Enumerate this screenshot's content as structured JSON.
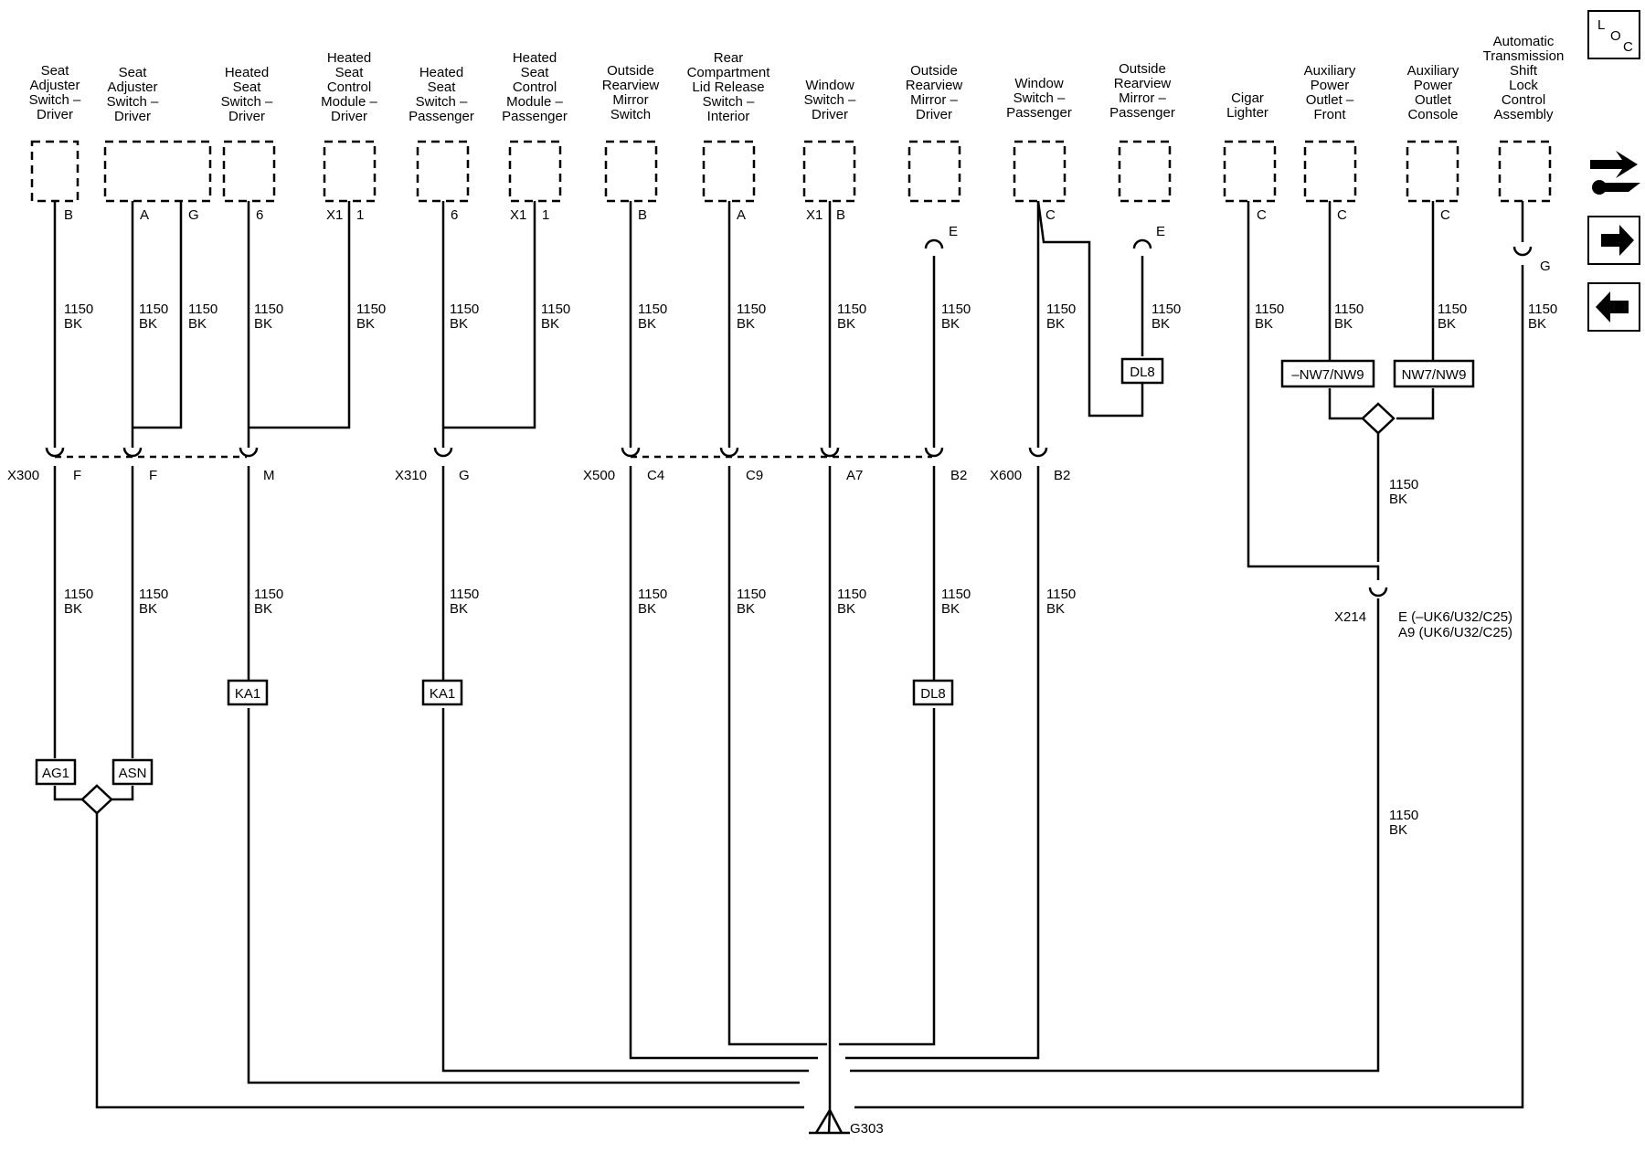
{
  "components": [
    {
      "id": "c1",
      "title": [
        "Seat",
        "Adjuster",
        "Switch –",
        "Driver"
      ],
      "pins": [
        "B"
      ]
    },
    {
      "id": "c2",
      "title": [
        "Seat",
        "Adjuster",
        "Switch –",
        "Driver"
      ],
      "pins": [
        "A",
        "G"
      ]
    },
    {
      "id": "c3",
      "title": [
        "Heated",
        "Seat",
        "Switch –",
        "Driver"
      ],
      "pins": [
        "6"
      ]
    },
    {
      "id": "c4",
      "title": [
        "Heated",
        "Seat",
        "Control",
        "Module –",
        "Driver"
      ],
      "pins": [
        "X1",
        "1"
      ]
    },
    {
      "id": "c5",
      "title": [
        "Heated",
        "Seat",
        "Switch –",
        "Passenger"
      ],
      "pins": [
        "6"
      ]
    },
    {
      "id": "c6",
      "title": [
        "Heated",
        "Seat",
        "Control",
        "Module –",
        "Passenger"
      ],
      "pins": [
        "X1",
        "1"
      ]
    },
    {
      "id": "c7",
      "title": [
        "Outside",
        "Rearview",
        "Mirror",
        "Switch"
      ],
      "pins": [
        "B"
      ]
    },
    {
      "id": "c8",
      "title": [
        "Rear",
        "Compartment",
        "Lid Release",
        "Switch –",
        "Interior"
      ],
      "pins": [
        "A"
      ]
    },
    {
      "id": "c9",
      "title": [
        "Window",
        "Switch –",
        "Driver"
      ],
      "pins": [
        "X1",
        "B"
      ]
    },
    {
      "id": "c10",
      "title": [
        "Outside",
        "Rearview",
        "Mirror –",
        "Driver"
      ],
      "pins": [
        "E"
      ]
    },
    {
      "id": "c11",
      "title": [
        "Window",
        "Switch –",
        "Passenger"
      ],
      "pins": [
        "C"
      ]
    },
    {
      "id": "c12",
      "title": [
        "Outside",
        "Rearview",
        "Mirror –",
        "Passenger"
      ],
      "pins": [
        "E"
      ]
    },
    {
      "id": "c13",
      "title": [
        "Cigar",
        "Lighter"
      ],
      "pins": [
        "C"
      ]
    },
    {
      "id": "c14",
      "title": [
        "Auxiliary",
        "Power",
        "Outlet –",
        "Front"
      ],
      "pins": [
        "C"
      ]
    },
    {
      "id": "c15",
      "title": [
        "Auxiliary",
        "Power",
        "Outlet",
        "Console"
      ],
      "pins": [
        "C"
      ]
    },
    {
      "id": "c16",
      "title": [
        "Automatic",
        "Transmission",
        "Shift",
        "Lock",
        "Control",
        "Assembly"
      ],
      "pins": [
        "G"
      ]
    }
  ],
  "wire": {
    "circuit": "1150",
    "color": "BK"
  },
  "connectors": [
    {
      "name": "X300",
      "pins": [
        "F",
        "F",
        "M"
      ]
    },
    {
      "name": "X310",
      "pins": [
        "G"
      ]
    },
    {
      "name": "X500",
      "pins": [
        "C4",
        "C9",
        "A7",
        "B2"
      ]
    },
    {
      "name": "X600",
      "pins": [
        "B2"
      ]
    },
    {
      "name": "X214",
      "pins": [
        "E (–UK6/U32/C25)",
        "A9 (UK6/U32/C25)"
      ]
    }
  ],
  "options": {
    "ka1": "KA1",
    "dl8": "DL8",
    "ag1": "AG1",
    "asn": "ASN",
    "nw_not": "–NW7/NW9",
    "nw": "NW7/NW9"
  },
  "ground": "G303",
  "nav": {
    "loc": [
      "L",
      "O",
      "C"
    ]
  }
}
